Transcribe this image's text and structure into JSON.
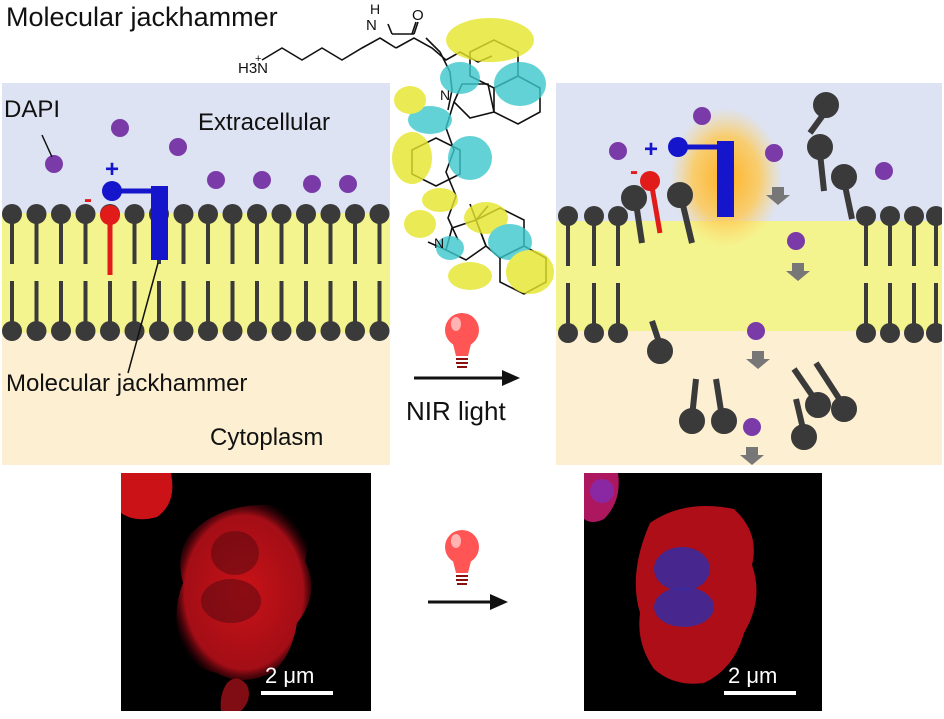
{
  "title": "Molecular jackhammer",
  "labels": {
    "dapi": "DAPI",
    "extracellular": "Extracellular",
    "molecule_label": "Molecular jackhammer",
    "cytoplasm": "Cytoplasm",
    "nir_light": "NIR light",
    "amine": "H3N",
    "amide_h": "H",
    "amide_n": "N",
    "amide_o": "O",
    "n_plus": "N",
    "n_lower": "N",
    "plus": "+",
    "minus": "-",
    "scale_left": "2 μm",
    "scale_right": "2 μm"
  },
  "colors": {
    "extracellular": "#dde3f2",
    "membrane_core": "#f4f48e",
    "cytoplasm": "#fdf0d2",
    "lipid": "#3a3a3a",
    "dapi": "#7a3aa8",
    "jackhammer": "#1515cc",
    "negative": "#e11a1a",
    "glow": "#ffb020",
    "orbital_yellow": "#e6e62a",
    "orbital_cyan": "#3cc8cc",
    "micro_bg": "#000000",
    "micro_cell": "#e0141a",
    "nucleus": "#3c2a9a"
  },
  "icons": [
    "bulb-icon",
    "arrow-icon"
  ]
}
